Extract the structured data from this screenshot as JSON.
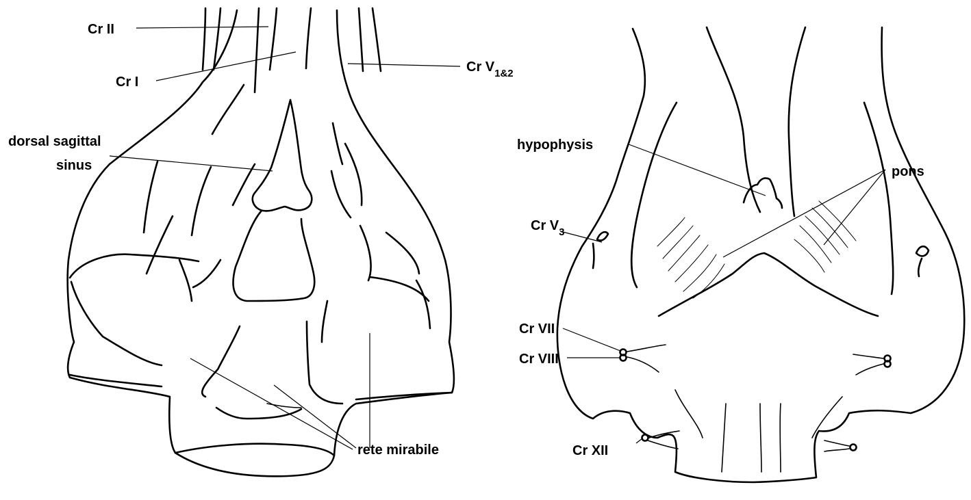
{
  "dorsal_view": {
    "labels": {
      "cr2": "Cr II",
      "cr1": "Cr I",
      "cr5_12": "Cr V",
      "cr5_12_sub": "1&2",
      "dss_line1": "dorsal sagittal",
      "dss_line2": "sinus",
      "rete": "rete mirabile"
    }
  },
  "ventral_view": {
    "labels": {
      "hypophysis": "hypophysis",
      "pons": "pons",
      "cr5_3": "Cr V",
      "cr5_3_sub": "3",
      "cr7": "Cr VII",
      "cr8": "Cr VIII",
      "cr12": "Cr XII"
    }
  }
}
